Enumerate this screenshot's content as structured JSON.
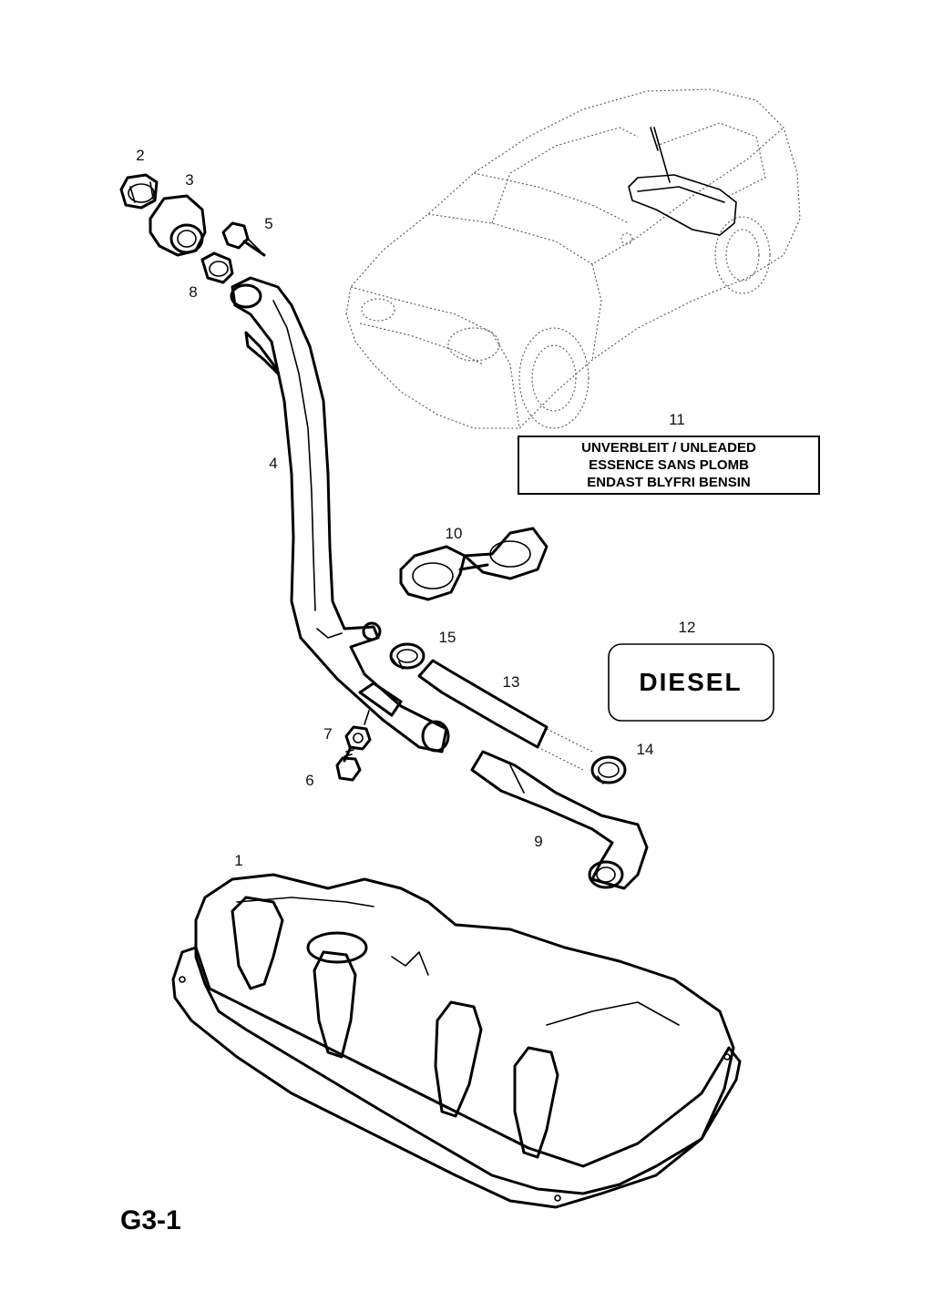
{
  "page_code": "G3-1",
  "callouts": {
    "c1": "1",
    "c2": "2",
    "c3": "3",
    "c4": "4",
    "c5": "5",
    "c6": "6",
    "c7": "7",
    "c8": "8",
    "c9": "9",
    "c10": "10",
    "c11": "11",
    "c12": "12",
    "c13": "13",
    "c14": "14",
    "c15": "15"
  },
  "label_unleaded": {
    "line1": "UNVERBLEIT / UNLEADED",
    "line2": "ESSENCE SANS PLOMB",
    "line3": "ENDAST BLYFRI BENSIN"
  },
  "label_diesel": {
    "text": "DIESEL"
  }
}
